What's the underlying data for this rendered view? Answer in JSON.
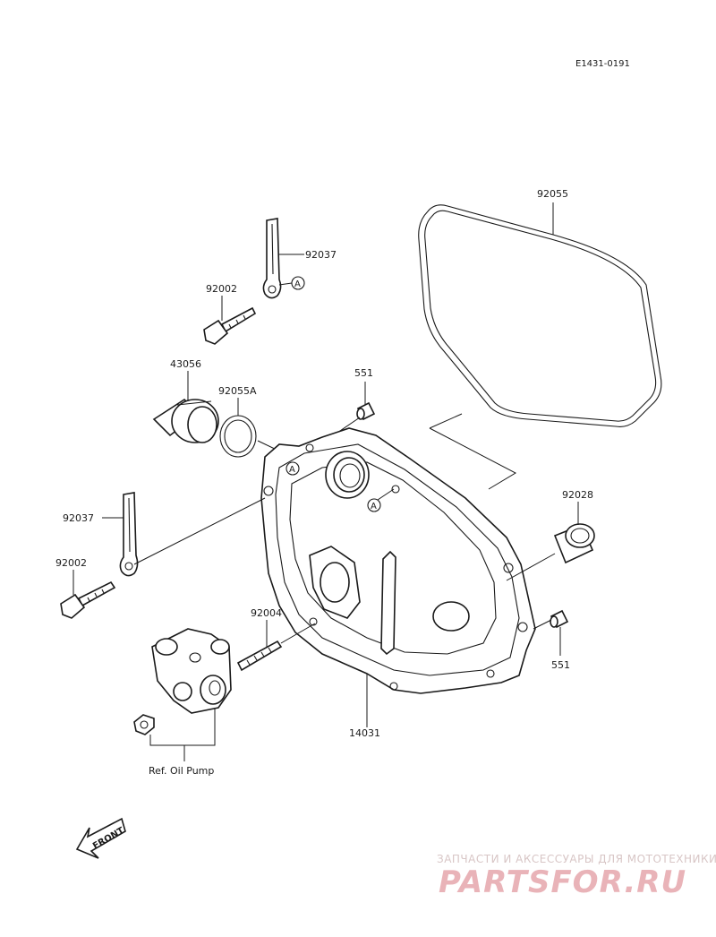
{
  "diagram_code": "E1431-0191",
  "callouts": {
    "gasket": "92055",
    "strap_top": "92037",
    "marker_a1": "A",
    "bolt_top": "92002",
    "cap": "43056",
    "oring": "92055A",
    "dowel_top": "551",
    "strap_left": "92037",
    "bolt_left": "92002",
    "stud": "92004",
    "cover": "14031",
    "bushing": "92028",
    "dowel_right": "551",
    "marker_a2": "A",
    "marker_a3": "A",
    "oil_pump_ref": "Ref. Oil Pump"
  },
  "front_arrow": "FRONT",
  "watermark": {
    "tagline": "ЗАПЧАСТИ И АКСЕССУАРЫ ДЛЯ МОТОТЕХНИКИ",
    "brand": "PARTSFOR.RU"
  },
  "colors": {
    "ink": "#1a1a1a",
    "watermark_brand": "#e9b3b8",
    "watermark_tagline": "#d8c6c6"
  }
}
